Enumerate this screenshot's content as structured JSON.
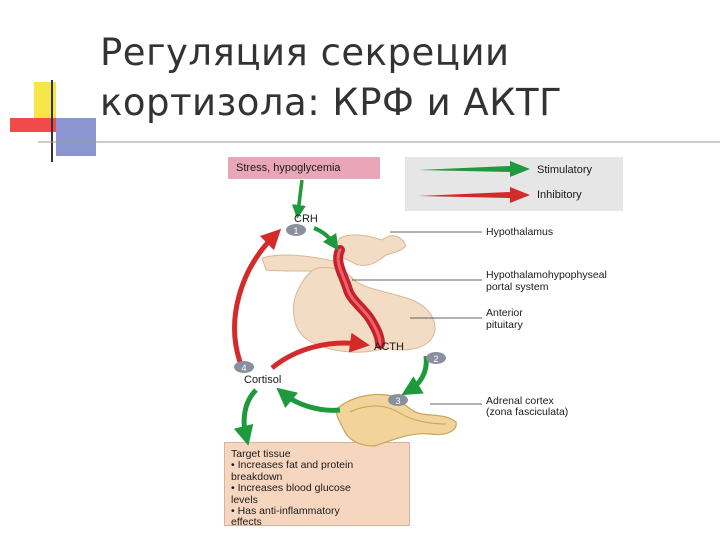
{
  "slide": {
    "title": "Регуляция секреции\nкортизола: КРФ и АКТГ"
  },
  "diagram": {
    "stress_label": "Stress, hypoglycemia",
    "legend": {
      "stimulatory": "Stimulatory",
      "inhibitory": "Inhibitory"
    },
    "crh_label": "CRH",
    "acth_label": "ACTH",
    "cortisol_label": "Cortisol",
    "steps": [
      "1",
      "2",
      "3",
      "4"
    ],
    "structures": {
      "hypothalamus": "Hypothalamus",
      "portal_line1": "Hypothalamohypophyseal",
      "portal_line2": "portal system",
      "anterior_line1": "Anterior",
      "anterior_line2": "pituitary",
      "adrenal_line1": "Adrenal cortex",
      "adrenal_line2": "(zona fasciculata)"
    },
    "target": {
      "lines": [
        "Target tissue",
        "• Increases fat and protein",
        "   breakdown",
        "• Increases blood glucose",
        "   levels",
        "• Has anti-inflammatory",
        "   effects"
      ]
    },
    "colors": {
      "stimulatory": "#1e9a3c",
      "inhibitory": "#d42a2a",
      "gland": "#f2ddc4",
      "vessel": "#c8202a"
    }
  }
}
